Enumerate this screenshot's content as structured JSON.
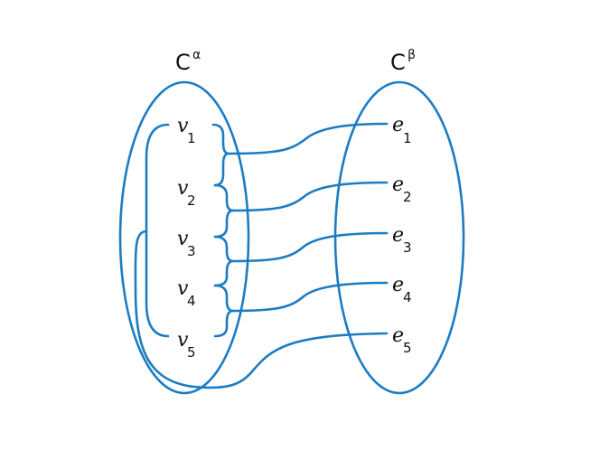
{
  "colors": {
    "stroke": "#1c7cc3",
    "text": "#111111",
    "background": "#ffffff"
  },
  "sets": {
    "left": {
      "base": "C",
      "superscript": "α"
    },
    "right": {
      "base": "C",
      "superscript": "β"
    }
  },
  "left_nodes": [
    {
      "letter": "v",
      "sub": "1"
    },
    {
      "letter": "v",
      "sub": "2"
    },
    {
      "letter": "v",
      "sub": "3"
    },
    {
      "letter": "v",
      "sub": "4"
    },
    {
      "letter": "v",
      "sub": "5"
    }
  ],
  "right_nodes": [
    {
      "letter": "e",
      "sub": "1"
    },
    {
      "letter": "e",
      "sub": "2"
    },
    {
      "letter": "e",
      "sub": "3"
    },
    {
      "letter": "e",
      "sub": "4"
    },
    {
      "letter": "e",
      "sub": "5"
    }
  ],
  "edges": [
    {
      "from": [
        "v1",
        "v2"
      ],
      "to": "e1"
    },
    {
      "from": [
        "v2",
        "v3"
      ],
      "to": "e2"
    },
    {
      "from": [
        "v3",
        "v4"
      ],
      "to": "e3"
    },
    {
      "from": [
        "v4",
        "v5"
      ],
      "to": "e4"
    },
    {
      "from": [
        "v5",
        "v1"
      ],
      "to": "e5"
    }
  ]
}
